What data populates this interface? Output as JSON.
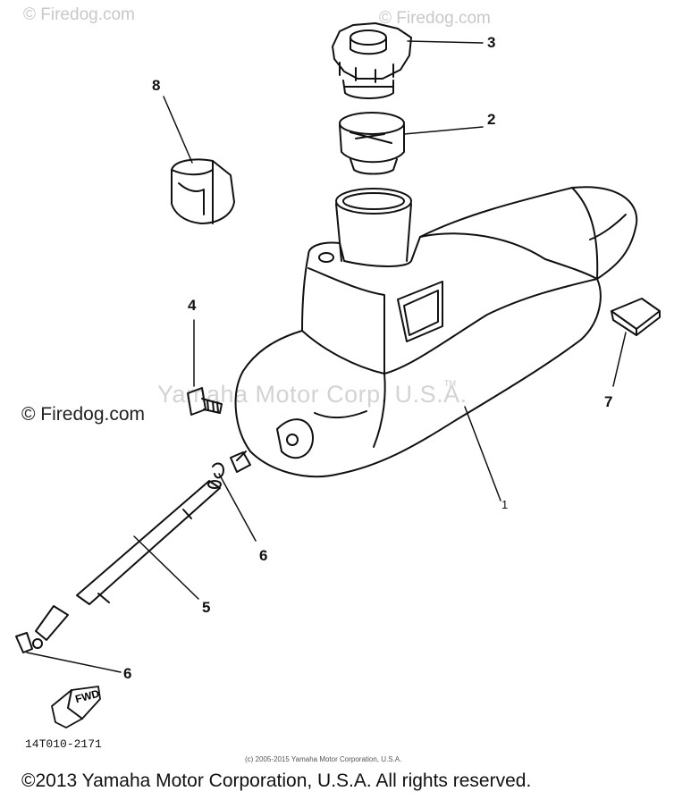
{
  "watermarks": {
    "top_left": "© Firedog.com",
    "top_right": "© Firedog.com",
    "left_middle": "© Firedog.com",
    "center": "Yamaha Motor Corp. U.S.A.",
    "center_tm": "TM"
  },
  "callouts": [
    {
      "id": "1",
      "label": "1"
    },
    {
      "id": "2",
      "label": "2"
    },
    {
      "id": "3",
      "label": "3"
    },
    {
      "id": "4",
      "label": "4"
    },
    {
      "id": "5",
      "label": "5"
    },
    {
      "id": "6a",
      "label": "6"
    },
    {
      "id": "6b",
      "label": "6"
    },
    {
      "id": "7",
      "label": "7"
    },
    {
      "id": "8",
      "label": "8"
    }
  ],
  "fwd_label": "FWD",
  "diagram_code": "14T010-2171",
  "small_copyright": "(c) 2005-2015 Yamaha Motor Corporation, U.S.A.",
  "footer_copyright": "©2013 Yamaha Motor Corporation, U.S.A. All rights reserved."
}
